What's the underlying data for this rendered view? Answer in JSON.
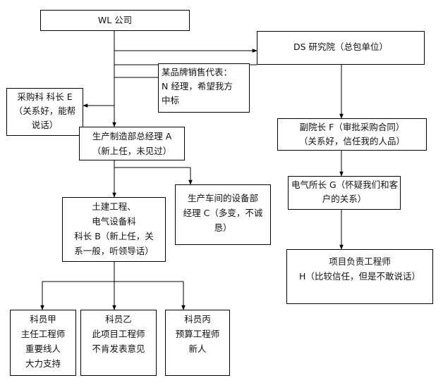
{
  "nodes": {
    "wl": {
      "lines": [
        "WL 公司"
      ]
    },
    "ds": {
      "lines": [
        "DS 研究院（总包单位）"
      ]
    },
    "brand": {
      "lines": [
        "某品牌销售代表：",
        "N 经理，希望我方",
        "中标"
      ]
    },
    "purchasing": {
      "lines": [
        "采购科    科长 E",
        "（关系好，能帮",
        "说话）"
      ]
    },
    "gm": {
      "lines": [
        "生产制造部总经理 A",
        "（新上任，未见过）"
      ]
    },
    "vp": {
      "lines": [
        "副院长 F（审批采购合同）",
        "（关系好，信任我的人品）"
      ]
    },
    "civil": {
      "lines": [
        "土建工程、",
        "电气设备科",
        "科长 B（新上任，关",
        "系一般，听领导话）"
      ]
    },
    "workshop": {
      "lines": [
        "生产车间的设备部",
        "经理 C（多变，不诚",
        "恳）"
      ]
    },
    "electrical": {
      "lines": [
        "电气所长 G（怀疑我们和客",
        "户的关系）"
      ]
    },
    "pm": {
      "lines": [
        "项目负责工程师",
        "H（比较信任，但是不敢说话）"
      ]
    },
    "staff_a": {
      "lines": [
        "科员甲",
        "主任工程师",
        "重要线人",
        "大力支持"
      ]
    },
    "staff_b": {
      "lines": [
        "科员乙",
        "此项目工程师",
        "不肯发表意见"
      ]
    },
    "staff_c": {
      "lines": [
        "科员丙",
        "预算工程师",
        "新人"
      ]
    }
  }
}
